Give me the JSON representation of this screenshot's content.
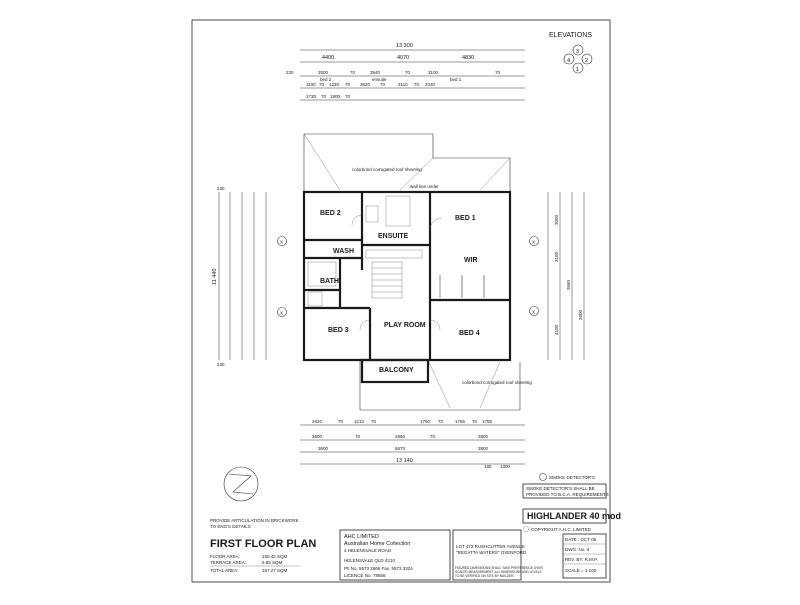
{
  "title_block": {
    "plan_title": "FIRST FLOOR PLAN",
    "areas": [
      {
        "label": "FLOOR AREA:",
        "value": "150.42 SQM"
      },
      {
        "label": "TERRACE AREA:",
        "value": "6.85 SQM"
      },
      {
        "label": "TOTAL AREA:",
        "value": "157.27 SQM"
      }
    ],
    "articulation_note_1": "PROVIDE ARTICULATION IN BRICKWORK",
    "articulation_note_2": "TO ENG'S DETAILS",
    "company_1": "AHC LIMITED",
    "company_2": "Australian Home Collection",
    "address_1": "4 HELENSVALE ROAD",
    "address_2": "HELENSVALE QLD 4210",
    "phone": "Ph No. 5573 2666  Fax. 5573 3324",
    "licence": "LICENCE No. 78566",
    "lot_1": "LOT 472 RUSHCUTTER AVENUE",
    "lot_2": "\"REGATTA WATERS\" OXENFORD",
    "figured_note_1": "FIGURED DIMENSIONS SHALL TAKE PREFERENCE OVER",
    "figured_note_2": "SCALED MEASUREMENT. ALL DIMENSIONS AND LEVELS",
    "figured_note_3": "TO BE VERIFIED ON SITE BY BUILDER.",
    "model": "HIGHLANDER 40 mod",
    "copyright": "COPYRIGHT A.H.C. LIMITED",
    "date": "DATE : OCT 06",
    "dwg": "DWG. No. 4",
    "rev": "REV. BY: R.M.P.",
    "scale": "SCALE = 1:100"
  },
  "elevations": {
    "label": "ELEVATIONS",
    "numbers": [
      "1",
      "2",
      "3",
      "4"
    ]
  },
  "smoke": {
    "legend": "SMOKE DETECTOR'S",
    "note_1": "SMOKE DETECTOR'S SHALL BE",
    "note_2": "PROVIDED TO B.C.A. REQUIREMENTS"
  },
  "rooms": {
    "bed1": "BED 1",
    "bed2": "BED 2",
    "bed3": "BED 3",
    "bed4": "BED 4",
    "ensuite": "ENSUITE",
    "wash": "WASH",
    "bath": "BATH",
    "wir": "WIR",
    "play_room": "PLAY ROOM",
    "balcony": "BALCONY",
    "roof_note": "colorbond corrugated roof sheeting",
    "roof_note_2": "colorbond corrugated roof sheeting",
    "wall_line": "wall line under"
  },
  "dims": {
    "top_overall": "13 300",
    "top_row1": [
      "4400",
      "4070",
      "4830"
    ],
    "top_row2": [
      "3500",
      "70",
      "3940",
      "70",
      "3100",
      "70"
    ],
    "top_row2_labels": [
      "bed 2",
      "ensuite",
      "bed 1"
    ],
    "top_row3": [
      "1100",
      "70",
      "1220",
      "70",
      "3620",
      "70",
      "2110",
      "70",
      "2030"
    ],
    "top_row4": [
      "1730",
      "70",
      "1800",
      "70"
    ],
    "bottom_row1": [
      "2620",
      "70",
      "1210",
      "70",
      "1750",
      "70",
      "1765",
      "70",
      "1785"
    ],
    "bottom_row2": [
      "3600",
      "70",
      "2960",
      "70",
      "3800"
    ],
    "bottom_row3": [
      "3600",
      "6670",
      "3800"
    ],
    "bottom_overall": "13 140",
    "bottom_extra": [
      "180",
      "1300"
    ],
    "left_overall": "11 440",
    "left_offsets": [
      "230",
      "230"
    ],
    "right_values": [
      "3000",
      "3100",
      "3660",
      "4100",
      "2600"
    ],
    "section_marker": "X"
  }
}
